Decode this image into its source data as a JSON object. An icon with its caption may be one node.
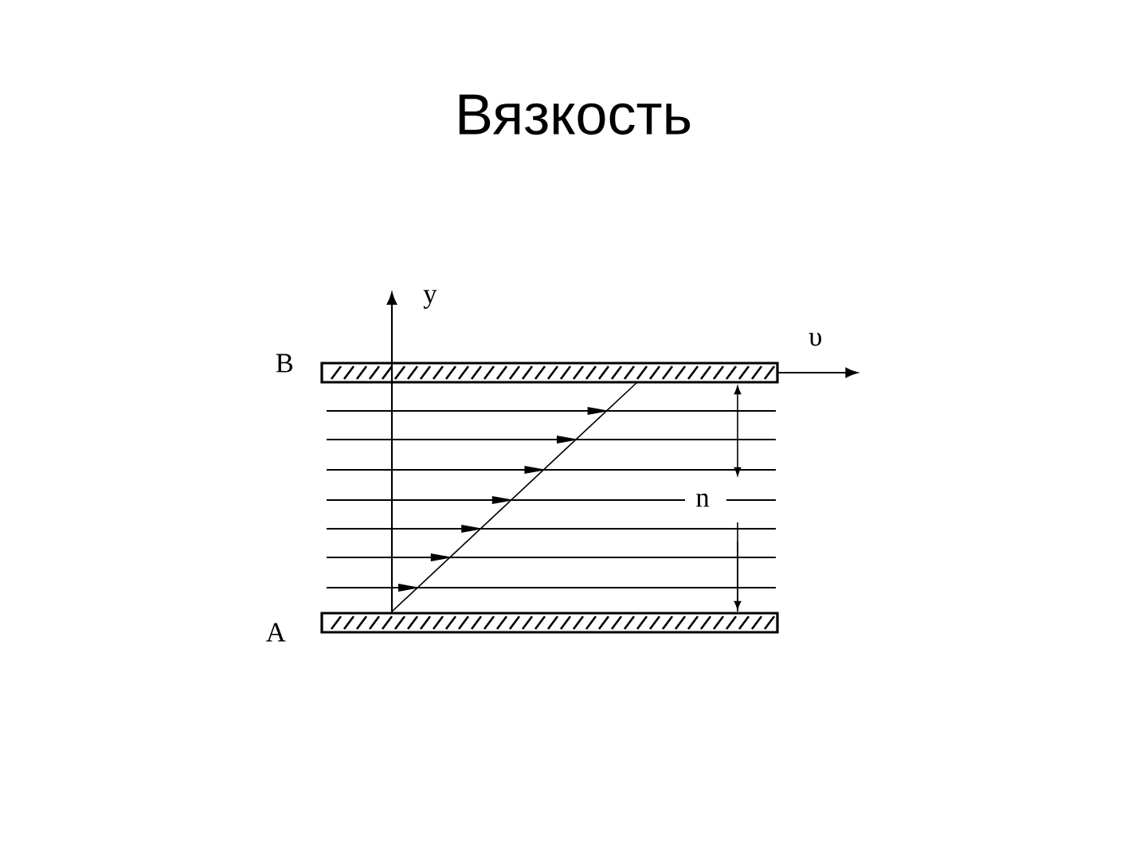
{
  "diagram": {
    "title": "Вязкость",
    "labels": [
      "y",
      "B",
      "υ",
      "n",
      "A"
    ]
  }
}
